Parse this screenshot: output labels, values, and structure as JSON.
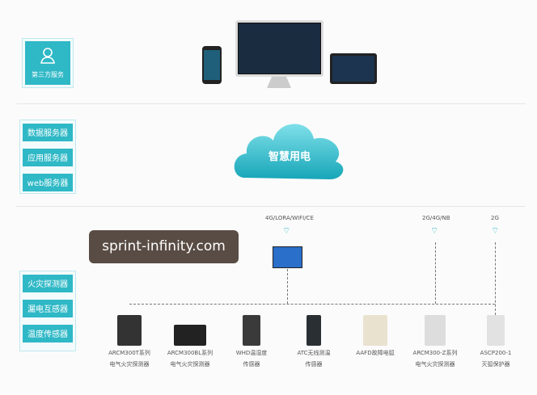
{
  "third_party": {
    "label": "第三方服务",
    "icon": "user-icon"
  },
  "servers": [
    "数据服务器",
    "应用服务器",
    "web服务器"
  ],
  "cloud": {
    "label": "智慧用电",
    "color": "#2fb8c6"
  },
  "field_devices": [
    "火灾探测器",
    "漏电互感器",
    "温度传感器"
  ],
  "networks": [
    "4G/LORA/WIFI/CE",
    "2G/4G/NB",
    "2G"
  ],
  "devices": [
    {
      "line1": "ARCM300T系列",
      "line2": "电气火灾探测器"
    },
    {
      "line1": "ARCM300BL系列",
      "line2": "电气火灾探测器"
    },
    {
      "line1": "WHD温湿度",
      "line2": "传感器"
    },
    {
      "line1": "ATC无线测温",
      "line2": "传感器"
    },
    {
      "line1": "AAFD故障电弧",
      "line2": ""
    },
    {
      "line1": "ARCM300-Z系列",
      "line2": "电气火灾探测器"
    },
    {
      "line1": "ASCP200-1",
      "line2": "灭弧保护器"
    }
  ],
  "watermark": "sprint-infinity.com"
}
